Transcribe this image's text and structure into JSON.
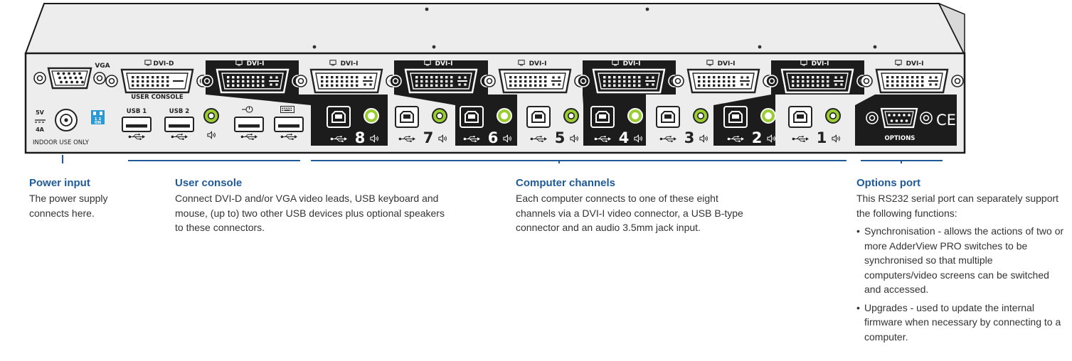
{
  "panel": {
    "left": {
      "vga_label": "VGA",
      "dvid_label": "DVI-D",
      "user_console_label": "USER CONSOLE",
      "voltage": "5V",
      "current": "4A",
      "indoor_label": "INDOOR USE ONLY",
      "dip_numbers": "1  2",
      "dip_on": "ON",
      "usb1_label": "USB 1",
      "usb2_label": "USB 2",
      "speaker_icon": "speaker-icon",
      "mouse_icon": "mouse-icon",
      "keyboard_icon": "keyboard-icon",
      "usb_icon": "usb-icon",
      "monitor_icon": "monitor-icon"
    },
    "channels": [
      {
        "number": "8",
        "dvi_label": "DVI-I",
        "dark": true
      },
      {
        "number": "7",
        "dvi_label": "DVI-I",
        "dark": false
      },
      {
        "number": "6",
        "dvi_label": "DVI-I",
        "dark": true
      },
      {
        "number": "5",
        "dvi_label": "DVI-I",
        "dark": false
      },
      {
        "number": "4",
        "dvi_label": "DVI-I",
        "dark": true
      },
      {
        "number": "3",
        "dvi_label": "DVI-I",
        "dark": false
      },
      {
        "number": "2",
        "dvi_label": "DVI-I",
        "dark": true
      },
      {
        "number": "1",
        "dvi_label": "DVI-I",
        "dark": false
      }
    ],
    "options": {
      "label": "OPTIONS",
      "ce_mark": "CE"
    },
    "colors": {
      "chassis": "#ededed",
      "dark_band": "#1c1c1c",
      "audio_jack": "#9acd32",
      "callout_line": "#1f5a99"
    }
  },
  "callouts": {
    "power": {
      "title": "Power input",
      "text": "The power supply connects here."
    },
    "console": {
      "title": "User console",
      "text": "Connect DVI-D and/or VGA video leads, USB keyboard and mouse, (up to) two other USB devices plus optional speakers to these connectors."
    },
    "channels": {
      "title": "Computer channels",
      "text": "Each computer connects to one of these eight channels via a DVI-I video connector, a USB B-type connector and an audio 3.5mm jack input."
    },
    "options": {
      "title": "Options port",
      "text": "This RS232 serial port can separately support the following functions:",
      "bullets": [
        "Synchronisation - allows the actions of two or more AdderView PRO switches to be synchronised so that multiple computers/video screens can be switched and accessed.",
        "Upgrades - used to update the internal firmware when necessary by connecting to a computer."
      ]
    }
  }
}
